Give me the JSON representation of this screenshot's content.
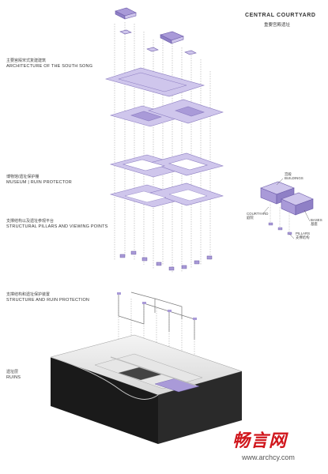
{
  "header": {
    "title_en": "CENTRAL COURTYARD",
    "title_cn": "重要宫殿遗址"
  },
  "layers": [
    {
      "cn": "主要宫殿宋式复建建筑",
      "en": "ARCHITECTURE OF THE SOUTH SONG"
    },
    {
      "cn": "博物馆/遗址保护棚",
      "en": "MUSEUM | RUIN PROTECTOR"
    },
    {
      "cn": "支撑结构以及遗址参观平台",
      "en": "STRUCTURAL PILLARS AND VIEWING POINTS"
    },
    {
      "cn": "支撑结构和遗址保护装置",
      "en": "STRUCTURE AND RUIN PROTECTION"
    },
    {
      "cn": "遗址层",
      "en": "RUINS"
    }
  ],
  "legend": {
    "buildings_cn": "宫殿",
    "buildings_en": "BUILDINGS",
    "courtyard_en": "COURTYARD",
    "courtyard_cn": "庭院",
    "bases_en": "BASES",
    "bases_cn": "基座",
    "pillars_en": "PILLARS",
    "pillars_cn": "支撑结构"
  },
  "watermark": {
    "brand": "畅言网",
    "url": "www.archcy.com"
  },
  "colors": {
    "purple": "#a99ad8",
    "purple_light": "#cfc6ec",
    "purple_dark": "#6b5aa8",
    "dash": "#9a9a9a",
    "brand_red": "#d0161c"
  }
}
